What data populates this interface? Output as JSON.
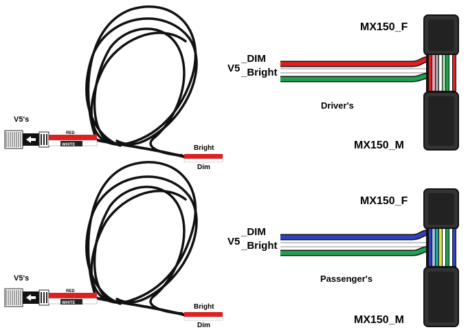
{
  "sections": [
    {
      "name": "driver",
      "plug_label": "V5's",
      "wire_red_label": "RED",
      "wire_white_label": "WHITE",
      "end_bright_label": "Bright",
      "end_dim_label": "Dim",
      "v5_label": "V5",
      "dim_label": "_DIM",
      "bright_label": "_Bright",
      "side_label": "Driver's",
      "female_label": "MX150_F",
      "male_label": "MX150_M",
      "top_wire_color": "#e02020",
      "bottom_wire_color": "#20a050",
      "pin_colors": [
        "#e02020",
        "#ffffff",
        "#20a050",
        "#f0a0b0",
        "#a0a0a0",
        "#a0d0a0",
        "#ffffff",
        "#e02020"
      ]
    },
    {
      "name": "passenger",
      "plug_label": "V5's",
      "wire_red_label": "RED",
      "wire_white_label": "WHITE",
      "end_bright_label": "Bright",
      "end_dim_label": "Dim",
      "v5_label": "V5",
      "dim_label": "_DIM",
      "bright_label": "_Bright",
      "side_label": "Passenger's",
      "female_label": "MX150_F",
      "male_label": "MX150_M",
      "top_wire_color": "#3040c0",
      "bottom_wire_color": "#20a050",
      "pin_colors": [
        "#3040c0",
        "#ffffff",
        "#20a050",
        "#a0c0e0",
        "#20a0a0",
        "#f0e030",
        "#20a050",
        "#3040c0"
      ]
    }
  ]
}
